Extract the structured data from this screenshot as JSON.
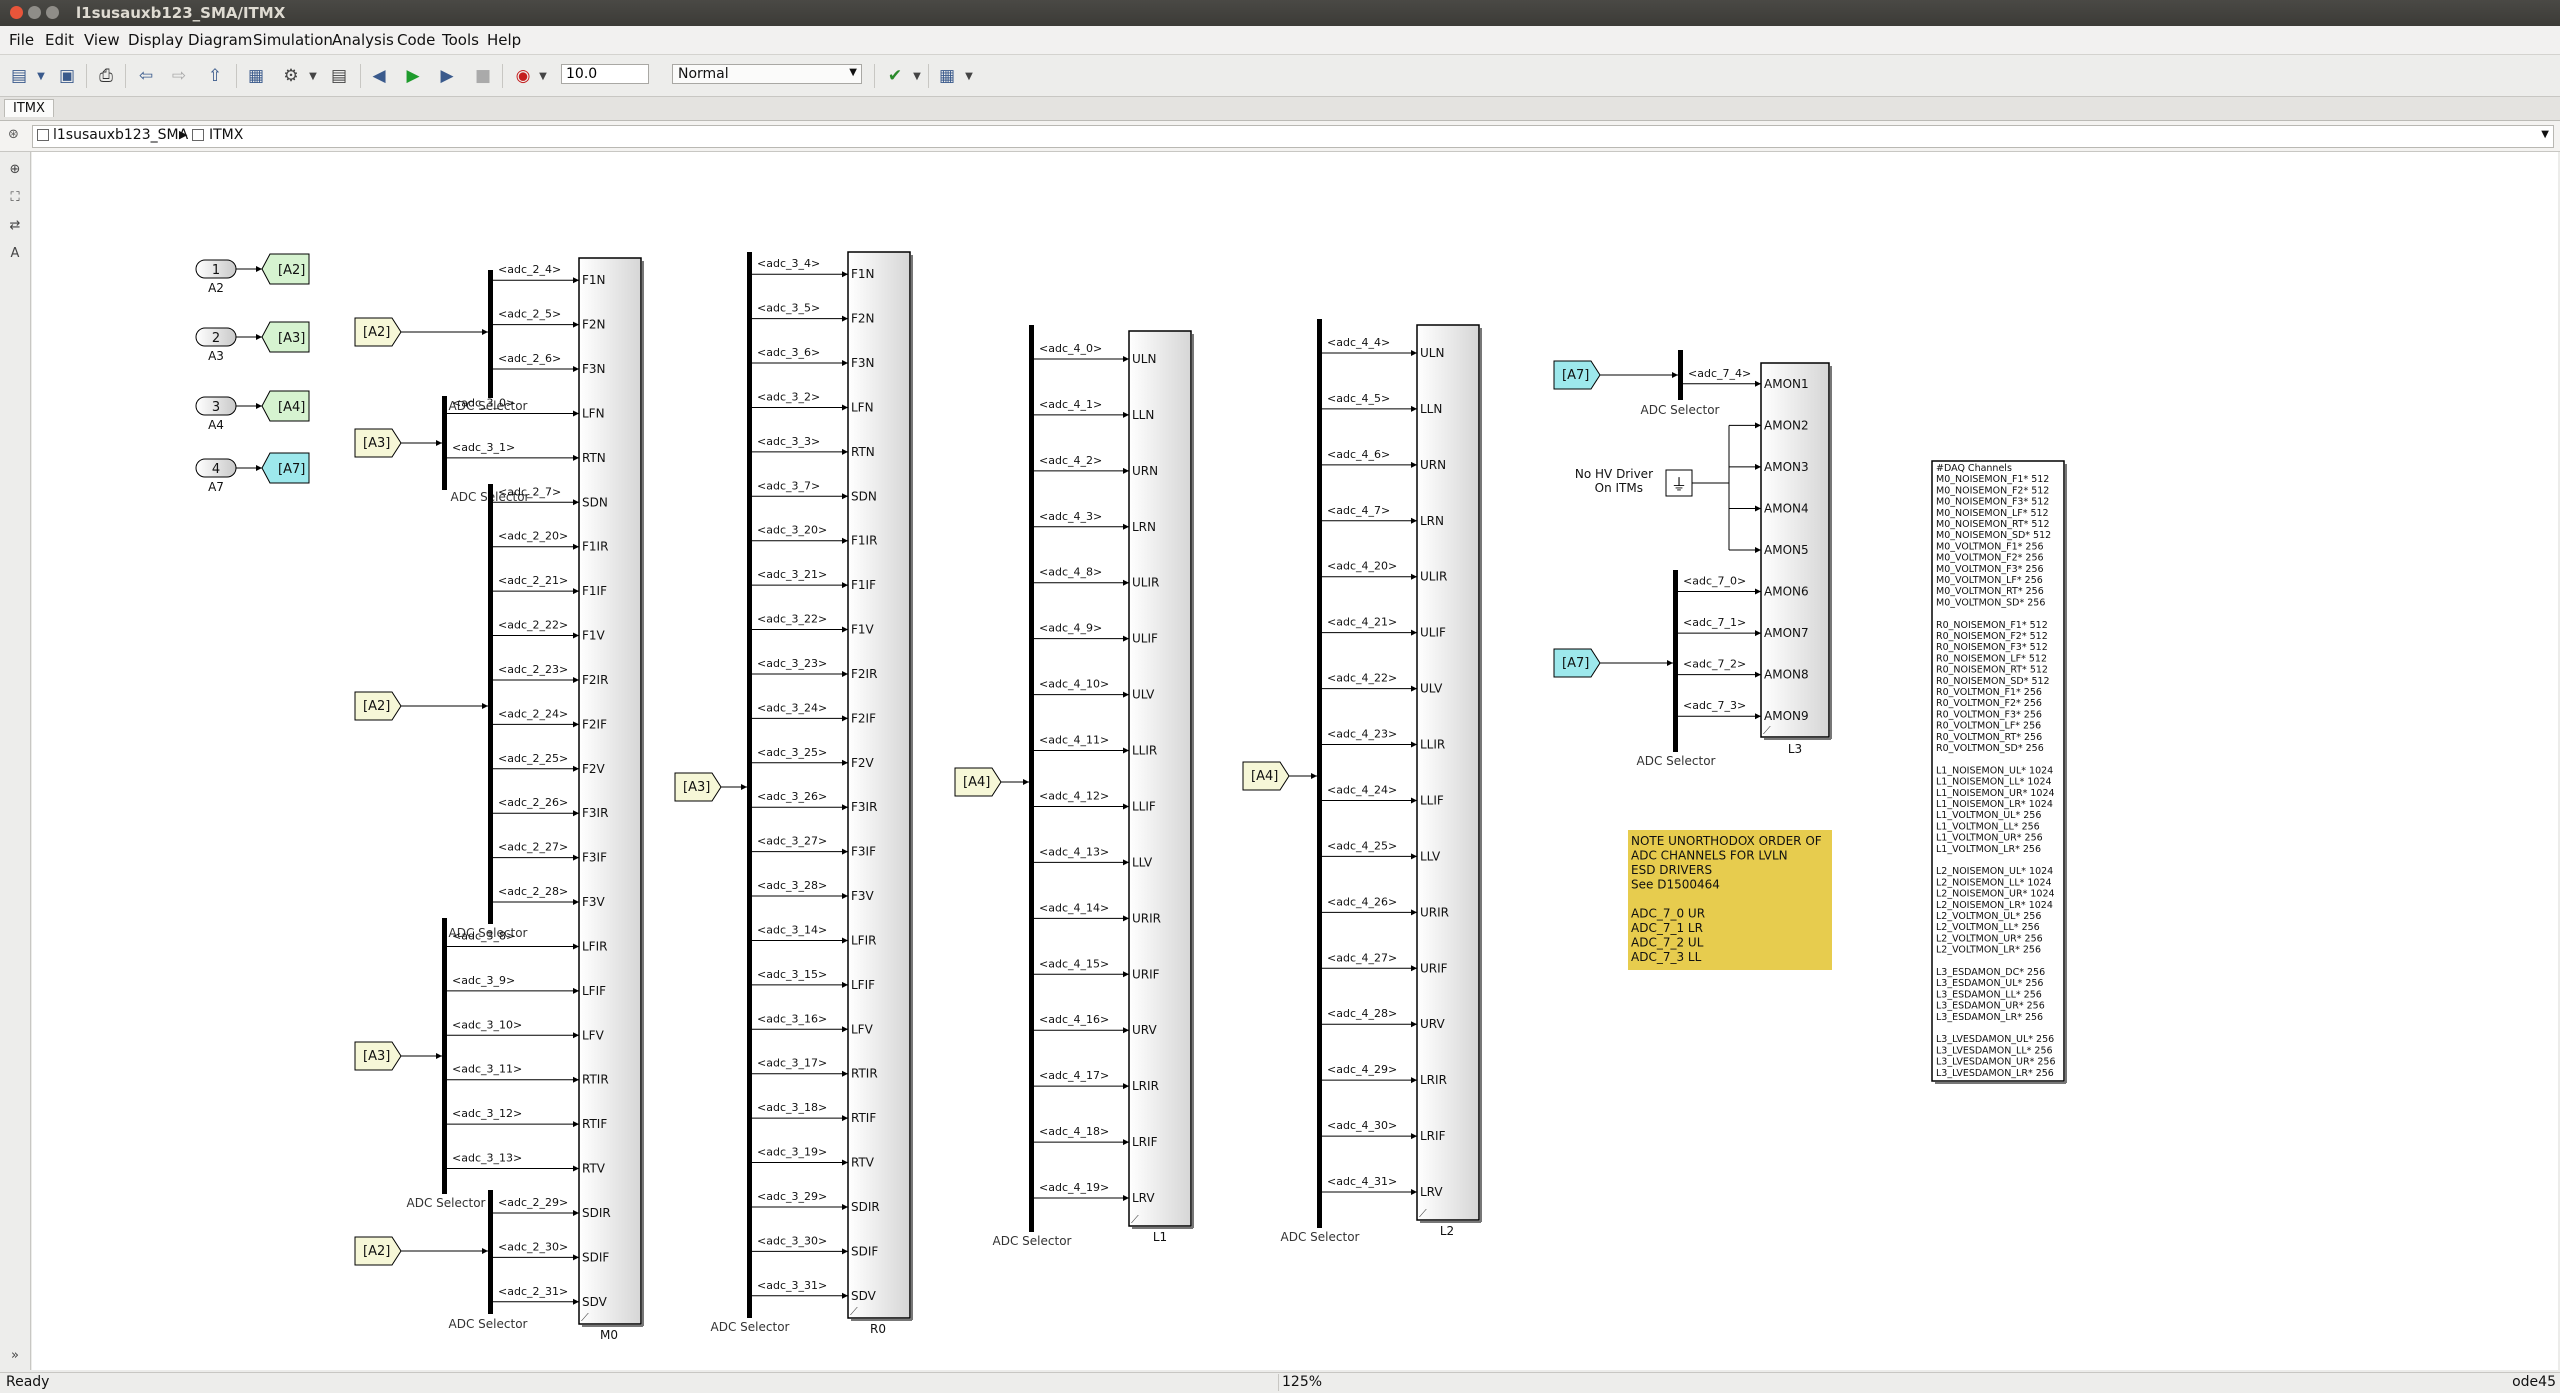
{
  "window": {
    "title": "l1susauxb123_SMA/ITMX"
  },
  "menu": [
    "File",
    "Edit",
    "View",
    "Display",
    "Diagram",
    "Simulation",
    "Analysis",
    "Code",
    "Tools",
    "Help"
  ],
  "toolbar": {
    "stop_time": "10.0",
    "sim_mode": "Normal"
  },
  "tab": {
    "label": "ITMX"
  },
  "breadcrumb": [
    "l1susauxb123_SMA",
    "ITMX"
  ],
  "status": {
    "left": "Ready",
    "zoom": "125%",
    "solver": "ode45"
  },
  "inports": [
    {
      "num": "1",
      "name": "A2",
      "tag": "[A2]"
    },
    {
      "num": "2",
      "name": "A3",
      "tag": "[A3]"
    },
    {
      "num": "3",
      "name": "A4",
      "tag": "[A4]"
    },
    {
      "num": "4",
      "name": "A7",
      "tag": "[A7]"
    }
  ],
  "selector_label": "ADC Selector",
  "subsystems": [
    {
      "name": "M0",
      "ports": [
        "F1N",
        "F2N",
        "F3N",
        "LFN",
        "RTN",
        "SDN",
        "F1IR",
        "F1IF",
        "F1V",
        "F2IR",
        "F2IF",
        "F2V",
        "F3IR",
        "F3IF",
        "F3V",
        "LFIR",
        "LFIF",
        "LFV",
        "RTIR",
        "RTIF",
        "RTV",
        "SDIR",
        "SDIF",
        "SDV"
      ]
    },
    {
      "name": "R0",
      "ports": [
        "F1N",
        "F2N",
        "F3N",
        "LFN",
        "RTN",
        "SDN",
        "F1IR",
        "F1IF",
        "F1V",
        "F2IR",
        "F2IF",
        "F2V",
        "F3IR",
        "F3IF",
        "F3V",
        "LFIR",
        "LFIF",
        "LFV",
        "RTIR",
        "RTIF",
        "RTV",
        "SDIR",
        "SDIF",
        "SDV"
      ]
    },
    {
      "name": "L1",
      "ports": [
        "ULN",
        "LLN",
        "URN",
        "LRN",
        "ULIR",
        "ULIF",
        "ULV",
        "LLIR",
        "LLIF",
        "LLV",
        "URIR",
        "URIF",
        "URV",
        "LRIR",
        "LRIF",
        "LRV"
      ]
    },
    {
      "name": "L2",
      "ports": [
        "ULN",
        "LLN",
        "URN",
        "LRN",
        "ULIR",
        "ULIF",
        "ULV",
        "LLIR",
        "LLIF",
        "LLV",
        "URIR",
        "URIF",
        "URV",
        "LRIR",
        "LRIF",
        "LRV"
      ]
    },
    {
      "name": "L3",
      "ports": [
        "AMON1",
        "AMON2",
        "AMON3",
        "AMON4",
        "AMON5",
        "AMON6",
        "AMON7",
        "AMON8",
        "AMON9"
      ]
    }
  ],
  "m0_groups": [
    {
      "from": "[A2]",
      "signals": [
        "<adc_2_4>",
        "<adc_2_5>",
        "<adc_2_6>"
      ]
    },
    {
      "from": "[A3]",
      "signals": [
        "<adc_3_0>",
        "<adc_3_1>"
      ]
    },
    {
      "from": "[A2]",
      "signals": [
        "<adc_2_7>",
        "<adc_2_20>",
        "<adc_2_21>",
        "<adc_2_22>",
        "<adc_2_23>",
        "<adc_2_24>",
        "<adc_2_25>",
        "<adc_2_26>",
        "<adc_2_27>",
        "<adc_2_28>"
      ]
    },
    {
      "from": "[A3]",
      "signals": [
        "<adc_3_8>",
        "<adc_3_9>",
        "<adc_3_10>",
        "<adc_3_11>",
        "<adc_3_12>",
        "<adc_3_13>"
      ]
    },
    {
      "from": "[A2]",
      "signals": [
        "<adc_2_29>",
        "<adc_2_30>",
        "<adc_2_31>"
      ]
    }
  ],
  "r0_group": {
    "from": "[A3]",
    "signals": [
      "<adc_3_4>",
      "<adc_3_5>",
      "<adc_3_6>",
      "<adc_3_2>",
      "<adc_3_3>",
      "<adc_3_7>",
      "<adc_3_20>",
      "<adc_3_21>",
      "<adc_3_22>",
      "<adc_3_23>",
      "<adc_3_24>",
      "<adc_3_25>",
      "<adc_3_26>",
      "<adc_3_27>",
      "<adc_3_28>",
      "<adc_3_14>",
      "<adc_3_15>",
      "<adc_3_16>",
      "<adc_3_17>",
      "<adc_3_18>",
      "<adc_3_19>",
      "<adc_3_29>",
      "<adc_3_30>",
      "<adc_3_31>"
    ]
  },
  "l1_group": {
    "from": "[A4]",
    "signals": [
      "<adc_4_0>",
      "<adc_4_1>",
      "<adc_4_2>",
      "<adc_4_3>",
      "<adc_4_8>",
      "<adc_4_9>",
      "<adc_4_10>",
      "<adc_4_11>",
      "<adc_4_12>",
      "<adc_4_13>",
      "<adc_4_14>",
      "<adc_4_15>",
      "<adc_4_16>",
      "<adc_4_17>",
      "<adc_4_18>",
      "<adc_4_19>"
    ]
  },
  "l2_group": {
    "from": "[A4]",
    "signals": [
      "<adc_4_4>",
      "<adc_4_5>",
      "<adc_4_6>",
      "<adc_4_7>",
      "<adc_4_20>",
      "<adc_4_21>",
      "<adc_4_22>",
      "<adc_4_23>",
      "<adc_4_24>",
      "<adc_4_25>",
      "<adc_4_26>",
      "<adc_4_27>",
      "<adc_4_28>",
      "<adc_4_29>",
      "<adc_4_30>",
      "<adc_4_31>"
    ]
  },
  "l3_groups": [
    {
      "from": "[A7]",
      "signals": [
        "<adc_7_4>"
      ]
    },
    {
      "from": "[A7]",
      "signals": [
        "<adc_7_0>",
        "<adc_7_1>",
        "<adc_7_2>",
        "<adc_7_3>"
      ]
    }
  ],
  "no_hv_label": [
    "No HV Driver",
    "On ITMs"
  ],
  "note": {
    "lines": [
      "NOTE UNORTHODOX ORDER OF",
      "ADC CHANNELS FOR LVLN",
      "ESD DRIVERS",
      "See D1500464",
      "",
      "ADC_7_0      UR",
      "ADC_7_1      LR",
      "ADC_7_2      UL",
      "ADC_7_3      LL"
    ]
  },
  "daq_lines": [
    "#DAQ Channels",
    "M0_NOISEMON_F1* 512",
    "M0_NOISEMON_F2* 512",
    "M0_NOISEMON_F3* 512",
    "M0_NOISEMON_LF* 512",
    "M0_NOISEMON_RT* 512",
    "M0_NOISEMON_SD* 512",
    "M0_VOLTMON_F1* 256",
    "M0_VOLTMON_F2* 256",
    "M0_VOLTMON_F3* 256",
    "M0_VOLTMON_LF* 256",
    "M0_VOLTMON_RT* 256",
    "M0_VOLTMON_SD* 256",
    "",
    "R0_NOISEMON_F1* 512",
    "R0_NOISEMON_F2* 512",
    "R0_NOISEMON_F3* 512",
    "R0_NOISEMON_LF* 512",
    "R0_NOISEMON_RT* 512",
    "R0_NOISEMON_SD* 512",
    "R0_VOLTMON_F1* 256",
    "R0_VOLTMON_F2* 256",
    "R0_VOLTMON_F3* 256",
    "R0_VOLTMON_LF* 256",
    "R0_VOLTMON_RT* 256",
    "R0_VOLTMON_SD* 256",
    "",
    "L1_NOISEMON_UL* 1024",
    "L1_NOISEMON_LL* 1024",
    "L1_NOISEMON_UR* 1024",
    "L1_NOISEMON_LR* 1024",
    "L1_VOLTMON_UL* 256",
    "L1_VOLTMON_LL* 256",
    "L1_VOLTMON_UR* 256",
    "L1_VOLTMON_LR* 256",
    "",
    "L2_NOISEMON_UL* 1024",
    "L2_NOISEMON_LL* 1024",
    "L2_NOISEMON_UR* 1024",
    "L2_NOISEMON_LR* 1024",
    "L2_VOLTMON_UL* 256",
    "L2_VOLTMON_LL* 256",
    "L2_VOLTMON_UR* 256",
    "L2_VOLTMON_LR* 256",
    "",
    "L3_ESDAMON_DC* 256",
    "L3_ESDAMON_UL* 256",
    "L3_ESDAMON_LL* 256",
    "L3_ESDAMON_UR* 256",
    "L3_ESDAMON_LR* 256",
    "",
    "L3_LVESDAMON_UL* 256",
    "L3_LVESDAMON_LL* 256",
    "L3_LVESDAMON_UR* 256",
    "L3_LVESDAMON_LR* 256"
  ]
}
